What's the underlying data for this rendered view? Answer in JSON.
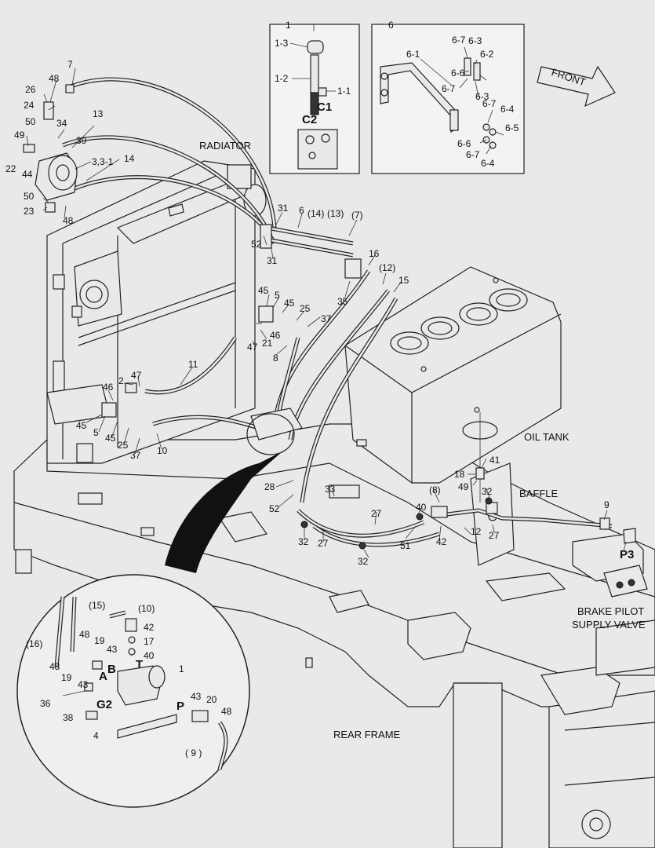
{
  "captions": {
    "radiator": "RADIATOR",
    "oil_tank": "OIL TANK",
    "baffle": "BAFFLE",
    "brake_valve_1": "BRAKE PILOT",
    "brake_valve_2": "SUPPLY VALVE",
    "rear_frame": "REAR FRAME",
    "front": "FRONT"
  },
  "boxes": {
    "box1": "1",
    "box6": "6"
  },
  "labels": {
    "l1_3": "1-3",
    "l1_2": "1-2",
    "l1_1": "1-1",
    "lC2": "C2",
    "lC1": "C1",
    "l6_1": "6-1",
    "l6_7a": "6-7",
    "l6_3a": "6-3",
    "l6_2": "6-2",
    "l6_6a": "6-6",
    "l6_7b": "6-7",
    "l6_3b": "6-3",
    "l6_7c": "6-7",
    "l6_4a": "6-4",
    "l6_5": "6-5",
    "l6_6b": "6-6",
    "l6_7d": "6-7",
    "l6_4b": "6-4",
    "l7": "7",
    "l48a": "48",
    "l26": "26",
    "l24": "24",
    "l50a": "50",
    "l34": "34",
    "l13": "13",
    "l49a": "49",
    "l39": "39",
    "l22": "22",
    "l44": "44",
    "l3": "3,3-1",
    "l14": "14",
    "l50b": "50",
    "l23": "23",
    "l48b": "48",
    "l31a": "31",
    "l6": "6",
    "l14p": "(14)",
    "l13p": "(13)",
    "l7p": "(7)",
    "l52a": "52",
    "l31b": "31",
    "l16": "16",
    "l12p": "(12)",
    "l15": "15",
    "l35": "35",
    "l45a": "45",
    "l5a": "5",
    "l45b": "45",
    "l25a": "25",
    "l46a": "46",
    "l21": "21",
    "l37a": "37",
    "l47a": "47",
    "l8": "8",
    "l11": "11",
    "l2": "2",
    "l47b": "47",
    "l46b": "46",
    "l45c": "45",
    "l5b": "5",
    "l45d": "45",
    "l25b": "25",
    "l37b": "37",
    "l10": "10",
    "l28": "28",
    "l52b": "52",
    "l33": "33",
    "l32a": "32",
    "l27a": "27",
    "l32b": "32",
    "l27b": "27",
    "l40": "40",
    "l8p": "(8)",
    "l51": "51",
    "l42": "42",
    "l12": "12",
    "l41": "41",
    "l18": "18",
    "l49b": "49",
    "l32c": "32",
    "l9": "9",
    "lP3": "P3",
    "l27c": "27",
    "d15p": "(15)",
    "d10p": "(10)",
    "d42": "42",
    "d17": "17",
    "d40": "40",
    "d16p": "(16)",
    "d48a": "48",
    "d19a": "19",
    "d43a": "43",
    "d48b": "48",
    "d19b": "19",
    "d43b": "43",
    "dA": "A",
    "dB": "B",
    "dT": "T",
    "d1": "1",
    "d36": "36",
    "d38": "38",
    "dG2": "G2",
    "d4": "4",
    "dP": "P",
    "d43c": "43",
    "d20": "20",
    "d48c": "48",
    "d9p": "( 9 )"
  }
}
